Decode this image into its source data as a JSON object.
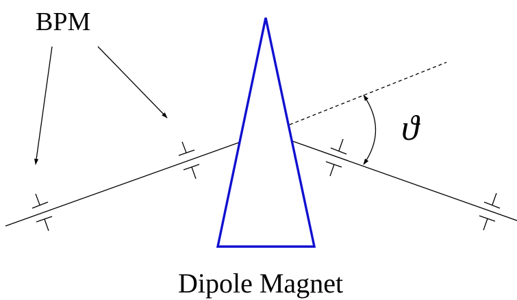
{
  "labels": {
    "bpm": "BPM",
    "magnet": "Dipole Magnet",
    "angle_symbol": "ϑ"
  },
  "colors": {
    "magnet": "#1010d0",
    "lines": "#000000"
  }
}
